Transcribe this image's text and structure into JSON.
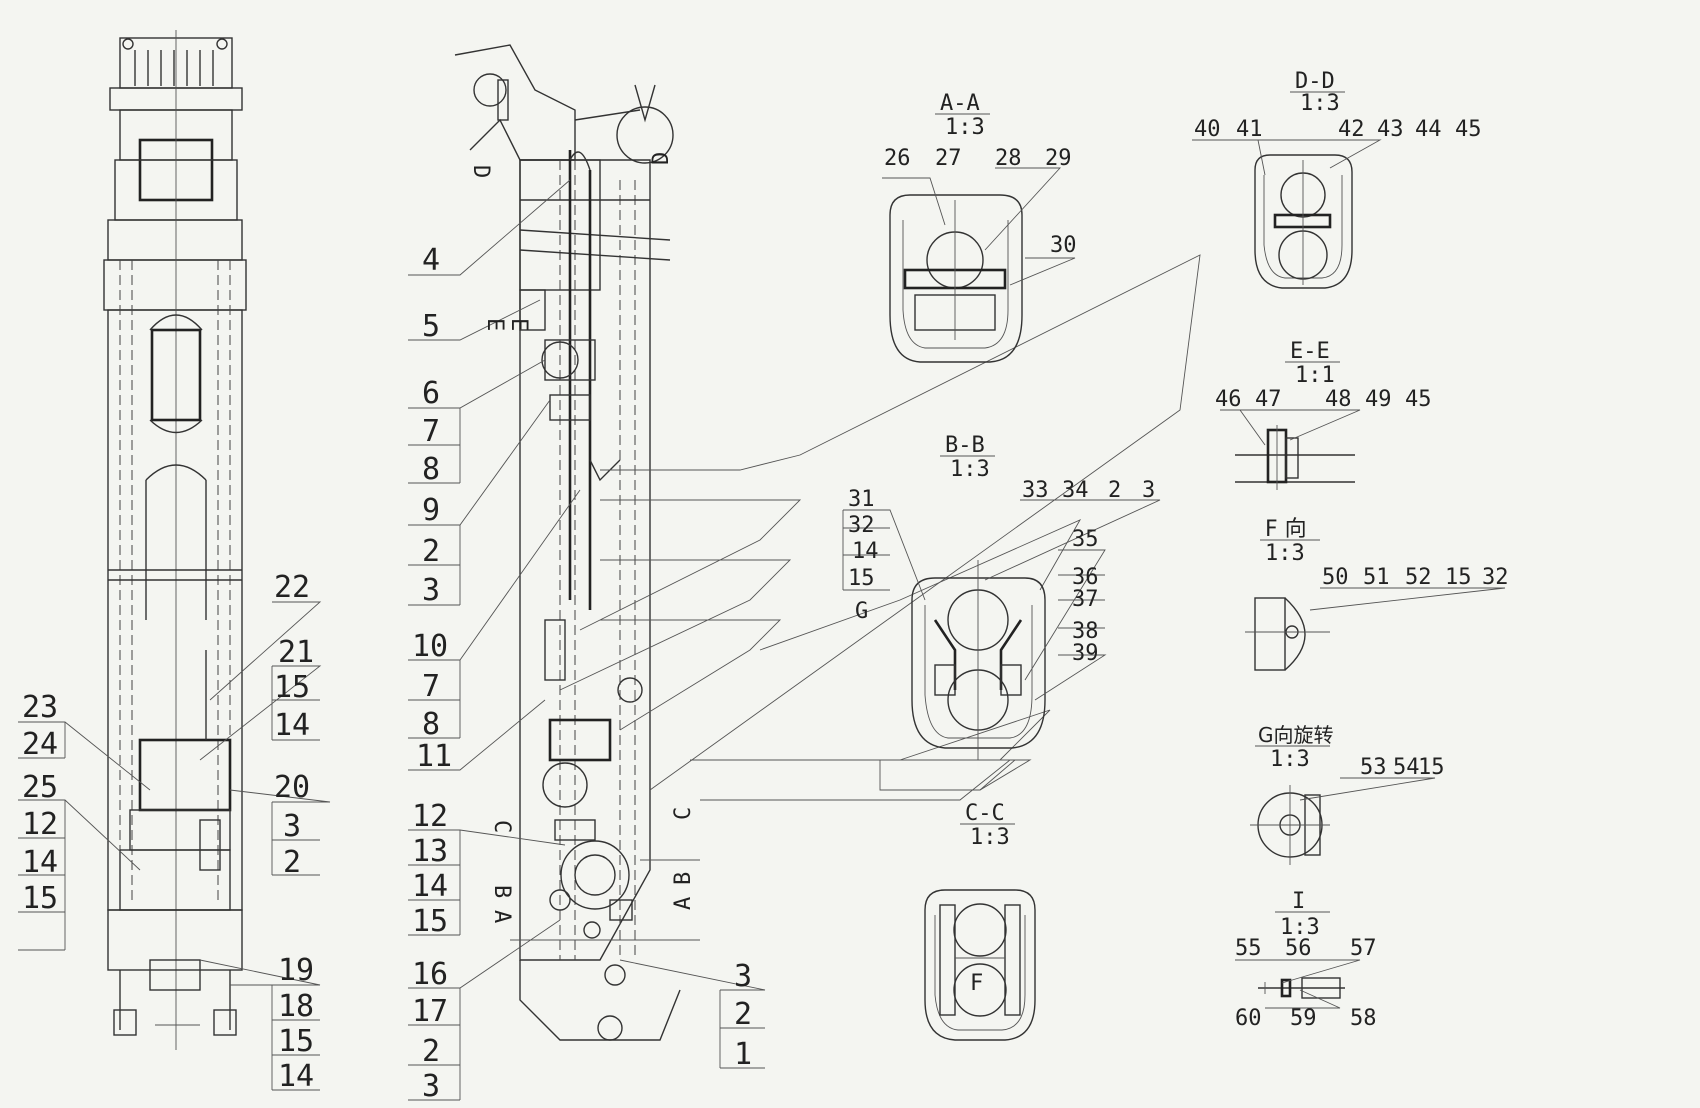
{
  "main_views": {
    "left_labels": [
      "22",
      "21",
      "15",
      "14",
      "23",
      "24",
      "20",
      "3",
      "2",
      "25",
      "12",
      "14",
      "15",
      "19",
      "18",
      "15",
      "14"
    ],
    "mid_labels": [
      "4",
      "5",
      "6",
      "7",
      "8",
      "9",
      "2",
      "3",
      "10",
      "7",
      "8",
      "11",
      "12",
      "13",
      "14",
      "15",
      "16",
      "17",
      "2",
      "3",
      "3",
      "2",
      "1"
    ],
    "section_markers": [
      "D",
      "D",
      "E",
      "E",
      "C",
      "C",
      "B",
      "B",
      "A",
      "A"
    ]
  },
  "sections": {
    "aa": {
      "title": "A-A",
      "scale": "1:3",
      "labels": [
        "26",
        "27",
        "28",
        "29",
        "30"
      ]
    },
    "bb": {
      "title": "B-B",
      "scale": "1:3",
      "labels": [
        "31",
        "32",
        "14",
        "15",
        "33",
        "34",
        "2",
        "3",
        "35",
        "36",
        "37",
        "38",
        "39",
        "G"
      ]
    },
    "cc": {
      "title": "C-C",
      "scale": "1:3",
      "labels": [
        "F"
      ]
    },
    "dd": {
      "title": "D-D",
      "scale": "1:3",
      "labels": [
        "40",
        "41",
        "42",
        "43",
        "44",
        "45"
      ]
    },
    "ee": {
      "title": "E-E",
      "scale": "1:1",
      "labels": [
        "46",
        "47",
        "48",
        "49",
        "45"
      ]
    },
    "f": {
      "title": "F 向",
      "scale": "1:3",
      "labels": [
        "50",
        "51",
        "52",
        "15",
        "32"
      ]
    },
    "g": {
      "title": "G向旋转",
      "scale": "1:3",
      "labels": [
        "53",
        "54",
        "15"
      ]
    },
    "i": {
      "title": "I",
      "scale": "1:3",
      "labels": [
        "55",
        "56",
        "57",
        "60",
        "59",
        "58"
      ]
    }
  }
}
